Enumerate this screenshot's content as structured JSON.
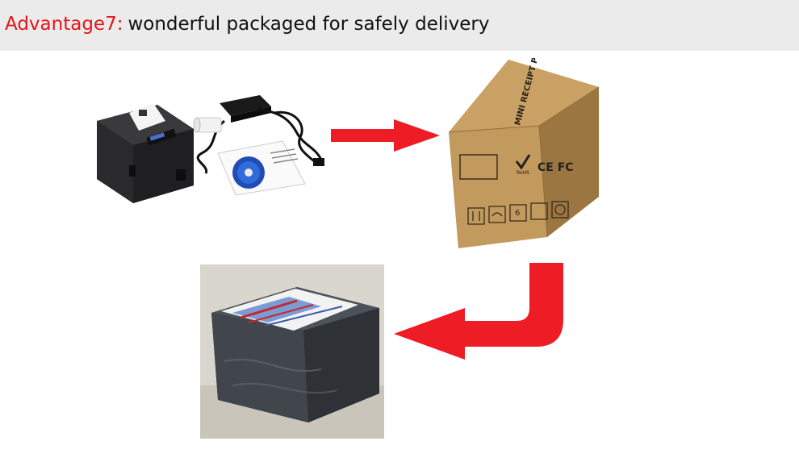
{
  "header": {
    "advantage_label": "Advantage7:",
    "description": "wonderful packaged for safely delivery"
  },
  "box": {
    "side_text": "MINI RECEIPT PRINTER",
    "cert_text": "CE FC",
    "rohs_text": "RoHS",
    "stack_limit": "6"
  },
  "colors": {
    "arrow": "#ee1c24",
    "header_bg": "#ebebeb",
    "advantage": "#e8131b"
  }
}
